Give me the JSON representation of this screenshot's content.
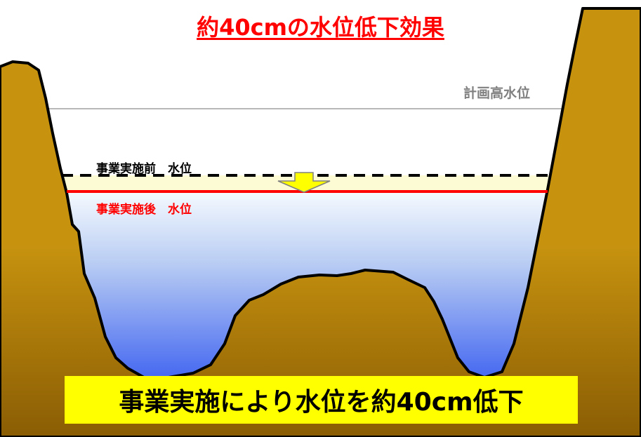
{
  "title": "約40cmの水位低下効果",
  "labels": {
    "planned_high_water": "計画高水位",
    "before_water_level": "事業実施前　水位",
    "after_water_level": "事業実施後　水位"
  },
  "banner": {
    "text": "事業実施により水位を約40cm低下"
  },
  "colors": {
    "title": "#ff0000",
    "terrain": "#c7930f",
    "terrain_shadow": "#8a5d04",
    "water_top": "#f7fbff",
    "water_bottom": "#2f55f0",
    "lowered_band": "#fcfbd3",
    "before_line": "#000000",
    "after_line": "#ff0000",
    "planned_line": "#a0a0a0",
    "planned_label": "#808080",
    "arrow": "#ffff00",
    "banner_fill": "#ffff00",
    "banner_text": "#000000"
  }
}
